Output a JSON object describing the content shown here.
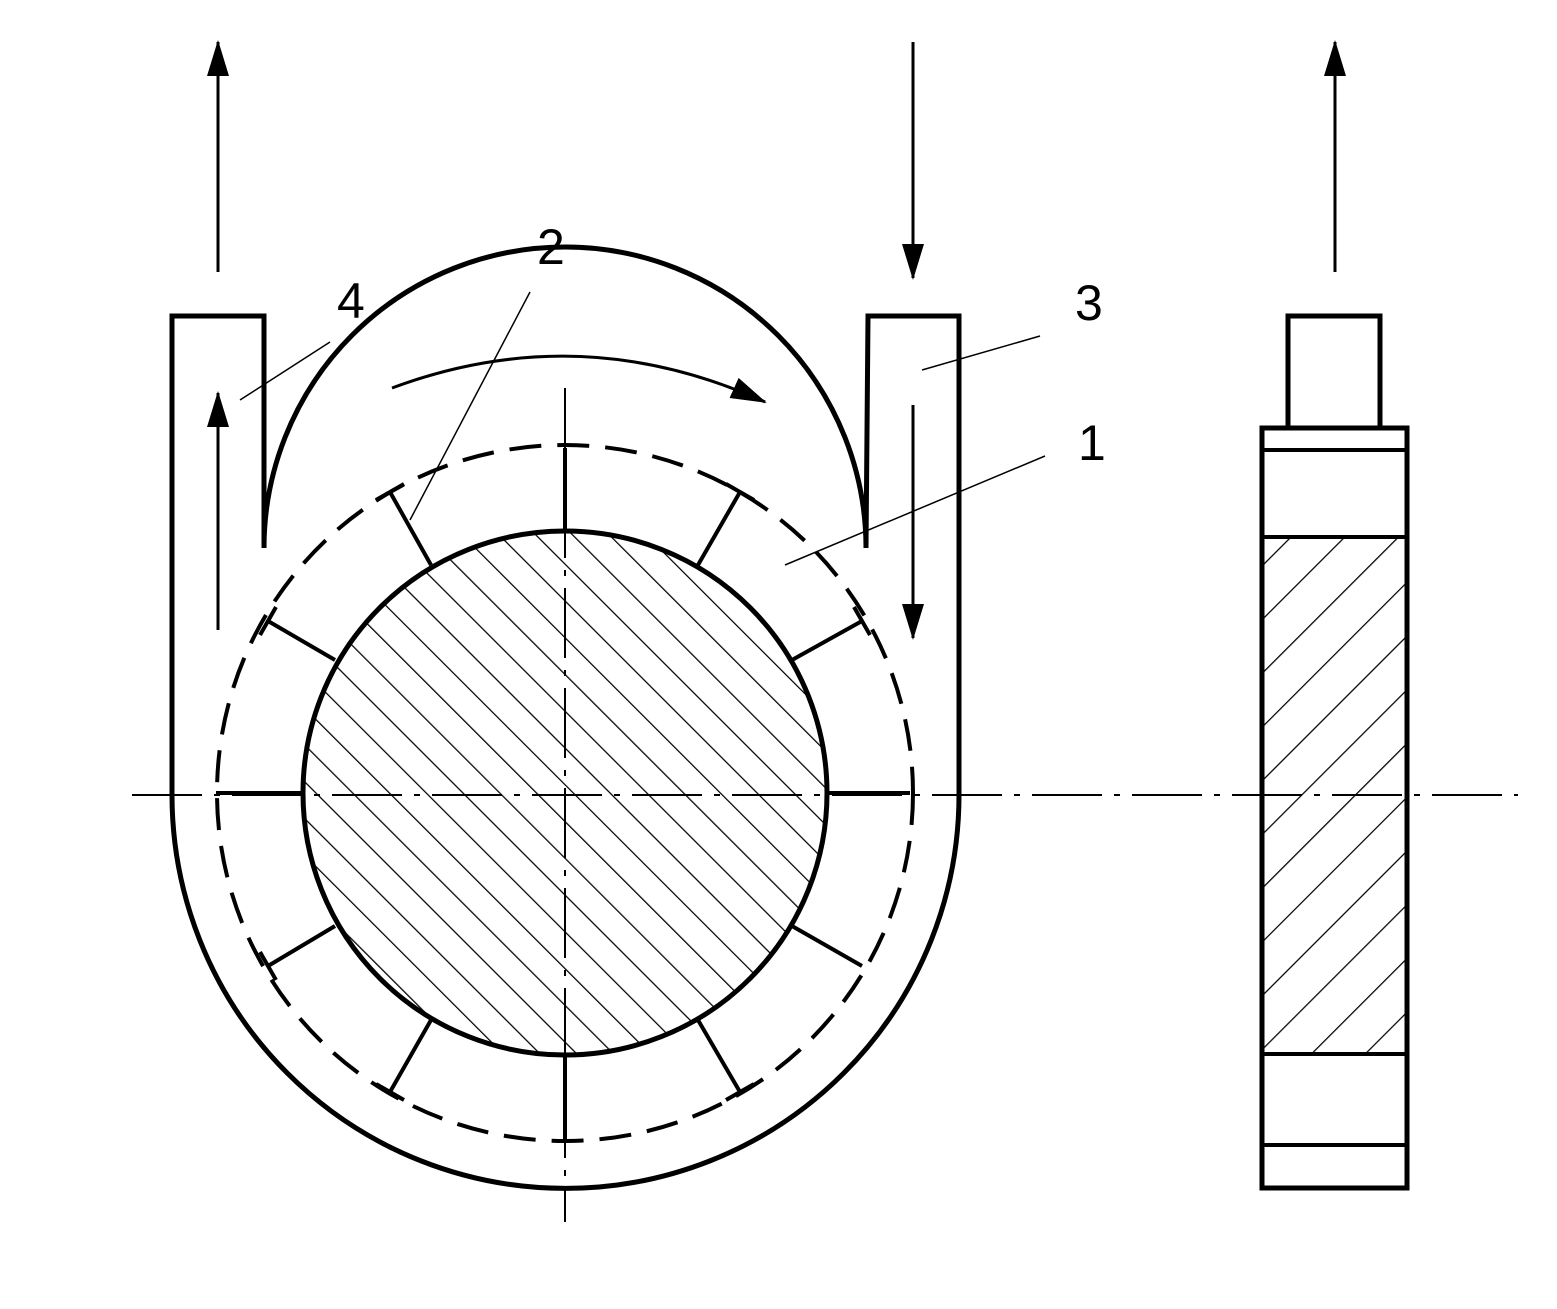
{
  "labels": {
    "ref1": "1",
    "ref2": "2",
    "ref3": "3",
    "ref4": "4"
  },
  "colors": {
    "ink": "#000000",
    "paper": "#ffffff"
  }
}
